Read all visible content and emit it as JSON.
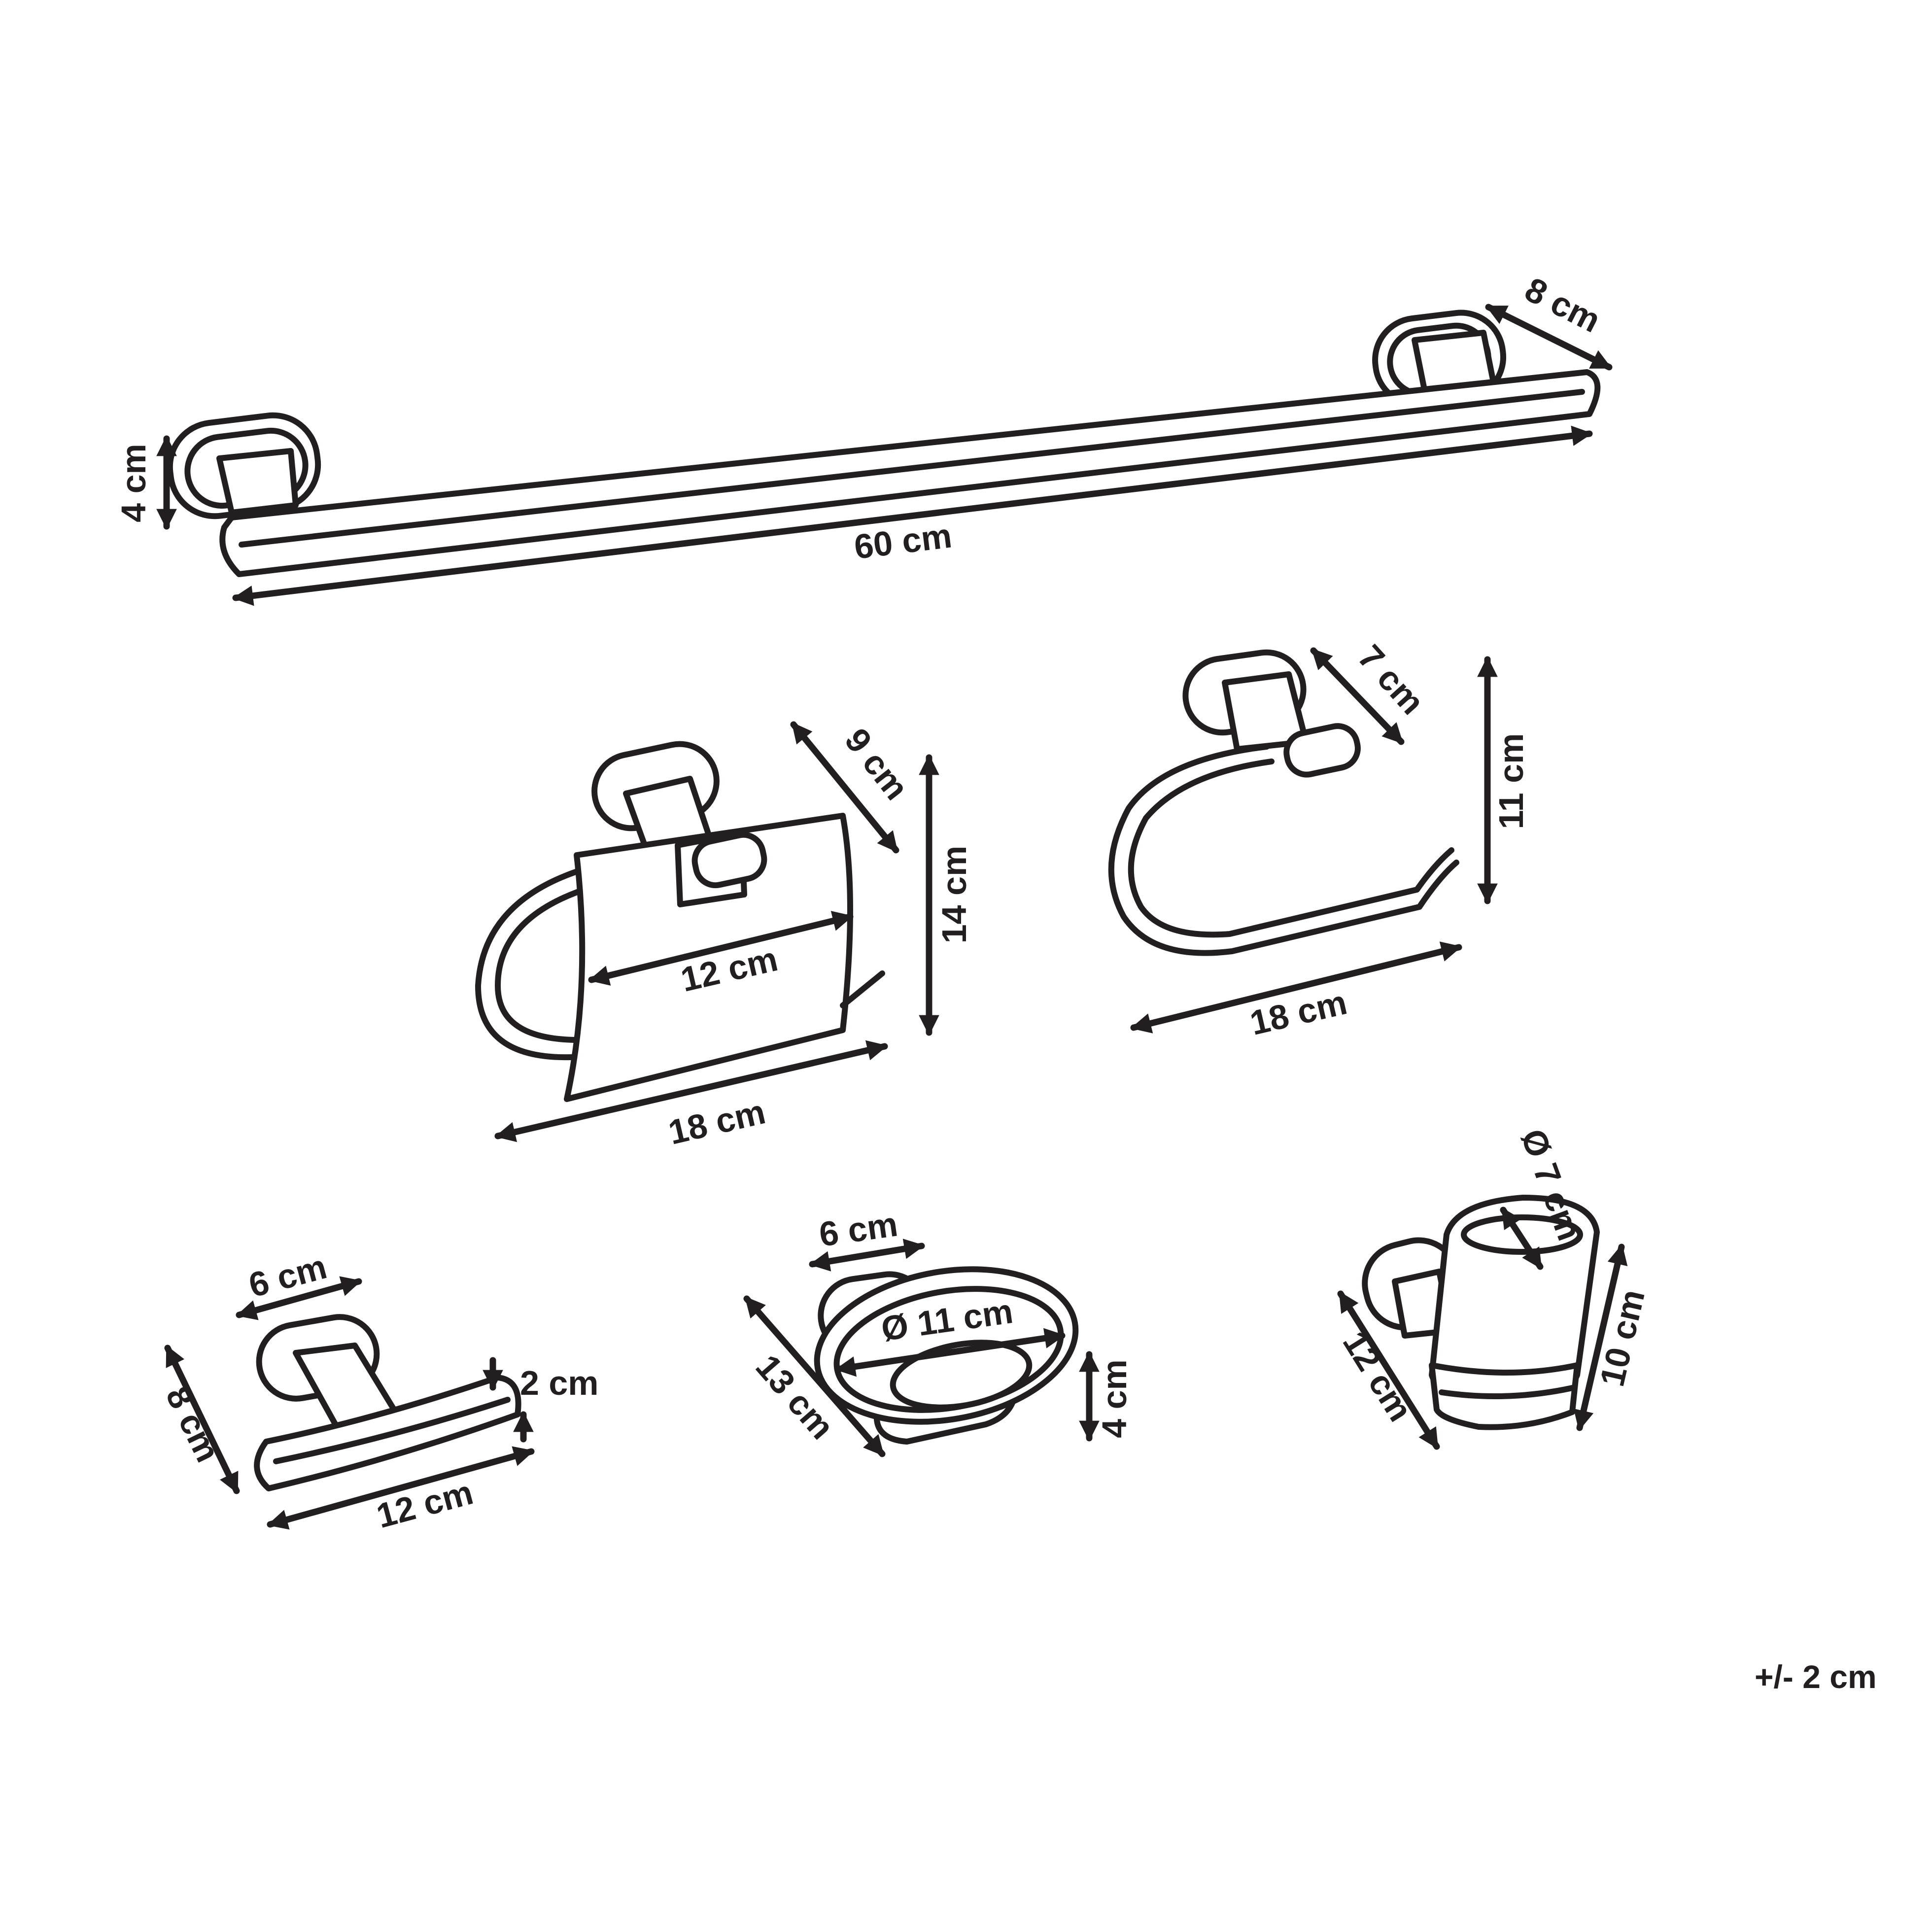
{
  "items": {
    "towel_bar": {
      "length": "60 cm",
      "height": "4 cm",
      "depth": "8 cm"
    },
    "paper_holder": {
      "depth": "9 cm",
      "height": "14 cm",
      "cover_width": "12 cm",
      "width": "18 cm"
    },
    "towel_ring": {
      "depth": "7 cm",
      "height": "11 cm",
      "width": "18 cm"
    },
    "hook": {
      "base": "6 cm",
      "height": "8 cm",
      "thickness": "2 cm",
      "width": "12 cm"
    },
    "soap_dish": {
      "base": "6 cm",
      "diameter": "Ø 11 cm",
      "depth": "13 cm",
      "height": "4 cm"
    },
    "tumbler": {
      "diameter": "Ø 7 cm",
      "depth": "12 cm",
      "height": "10 cm"
    }
  },
  "tolerance": "+/- 2 cm"
}
